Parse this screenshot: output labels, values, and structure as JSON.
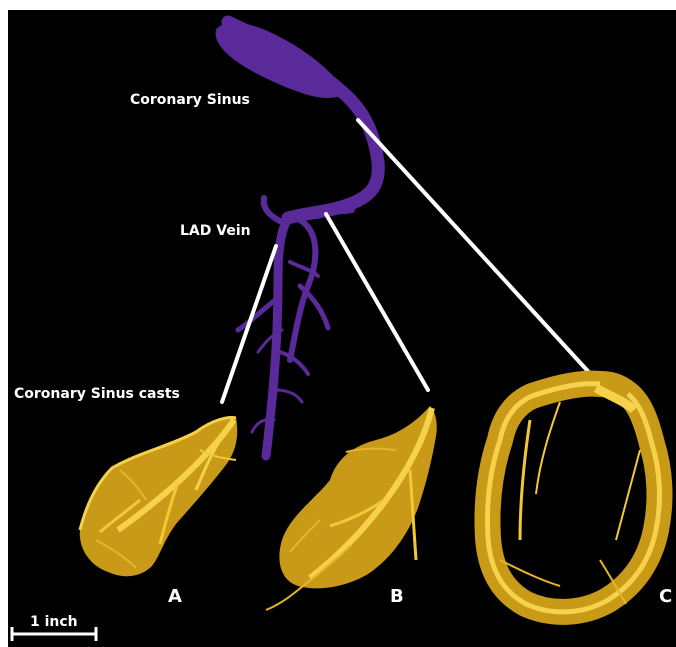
{
  "labels": {
    "coronary_sinus": "Coronary Sinus",
    "lad_vein": "LAD Vein",
    "casts": "Coronary Sinus casts",
    "cast_a": "A",
    "cast_b": "B",
    "cast_c": "C",
    "scale": "1 inch"
  },
  "colors": {
    "background": "#000000",
    "vein": "#5a2a9a",
    "cast": "#e8b224",
    "cast_light": "#f6d24a",
    "pointer": "#ffffff"
  }
}
